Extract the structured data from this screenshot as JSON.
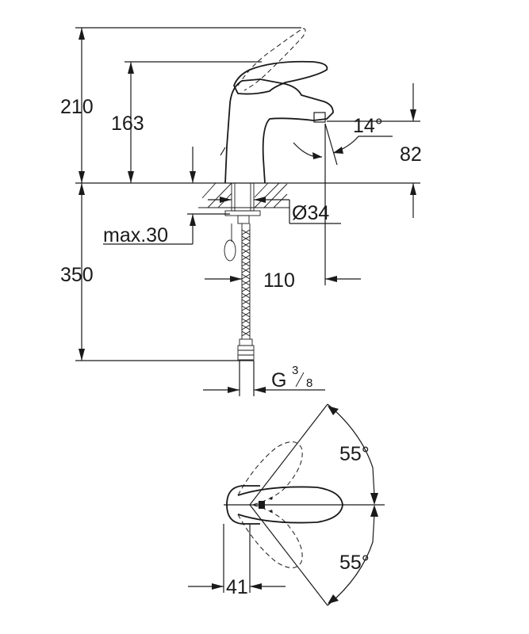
{
  "dimensions": {
    "total_height": "210",
    "lever_height": "163",
    "spout_angle": "14°",
    "spout_height": "82",
    "hole_diameter": "Ø34",
    "deck_thickness": "max.30",
    "below_deck": "350",
    "reach": "110",
    "connection_letter": "G",
    "connection_numerator": "3",
    "connection_denominator": "8",
    "lever_rotation_top": "55°",
    "lever_rotation_bottom": "55°",
    "base_offset": "41"
  },
  "colors": {
    "line": "#1a1a1a",
    "background": "#ffffff"
  }
}
